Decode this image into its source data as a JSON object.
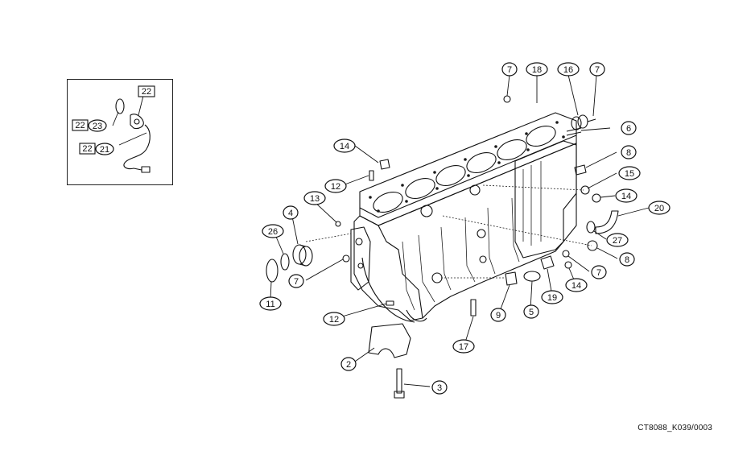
{
  "diagram": {
    "caption": "CT8088_K039/0003",
    "callouts": [
      {
        "id": "c7a",
        "number": "7"
      },
      {
        "id": "c18",
        "number": "18"
      },
      {
        "id": "c16",
        "number": "16"
      },
      {
        "id": "c7b",
        "number": "7"
      },
      {
        "id": "c6",
        "number": "6"
      },
      {
        "id": "c14a",
        "number": "14"
      },
      {
        "id": "c8a",
        "number": "8"
      },
      {
        "id": "c15",
        "number": "15"
      },
      {
        "id": "c12a",
        "number": "12"
      },
      {
        "id": "c14b",
        "number": "14"
      },
      {
        "id": "c13",
        "number": "13"
      },
      {
        "id": "c20",
        "number": "20"
      },
      {
        "id": "c4",
        "number": "4"
      },
      {
        "id": "c26",
        "number": "26"
      },
      {
        "id": "c27",
        "number": "27"
      },
      {
        "id": "c8b",
        "number": "8"
      },
      {
        "id": "c7c",
        "number": "7"
      },
      {
        "id": "c7d",
        "number": "7"
      },
      {
        "id": "c14c",
        "number": "14"
      },
      {
        "id": "c11",
        "number": "11"
      },
      {
        "id": "c19",
        "number": "19"
      },
      {
        "id": "c9",
        "number": "9"
      },
      {
        "id": "c5",
        "number": "5"
      },
      {
        "id": "c12b",
        "number": "12"
      },
      {
        "id": "c17",
        "number": "17"
      },
      {
        "id": "c2",
        "number": "2"
      },
      {
        "id": "c3",
        "number": "3"
      }
    ],
    "inset": {
      "box_label": "22",
      "row1": {
        "box": "22",
        "oval": "23"
      },
      "row2": {
        "box": "22",
        "oval": "21"
      }
    }
  }
}
